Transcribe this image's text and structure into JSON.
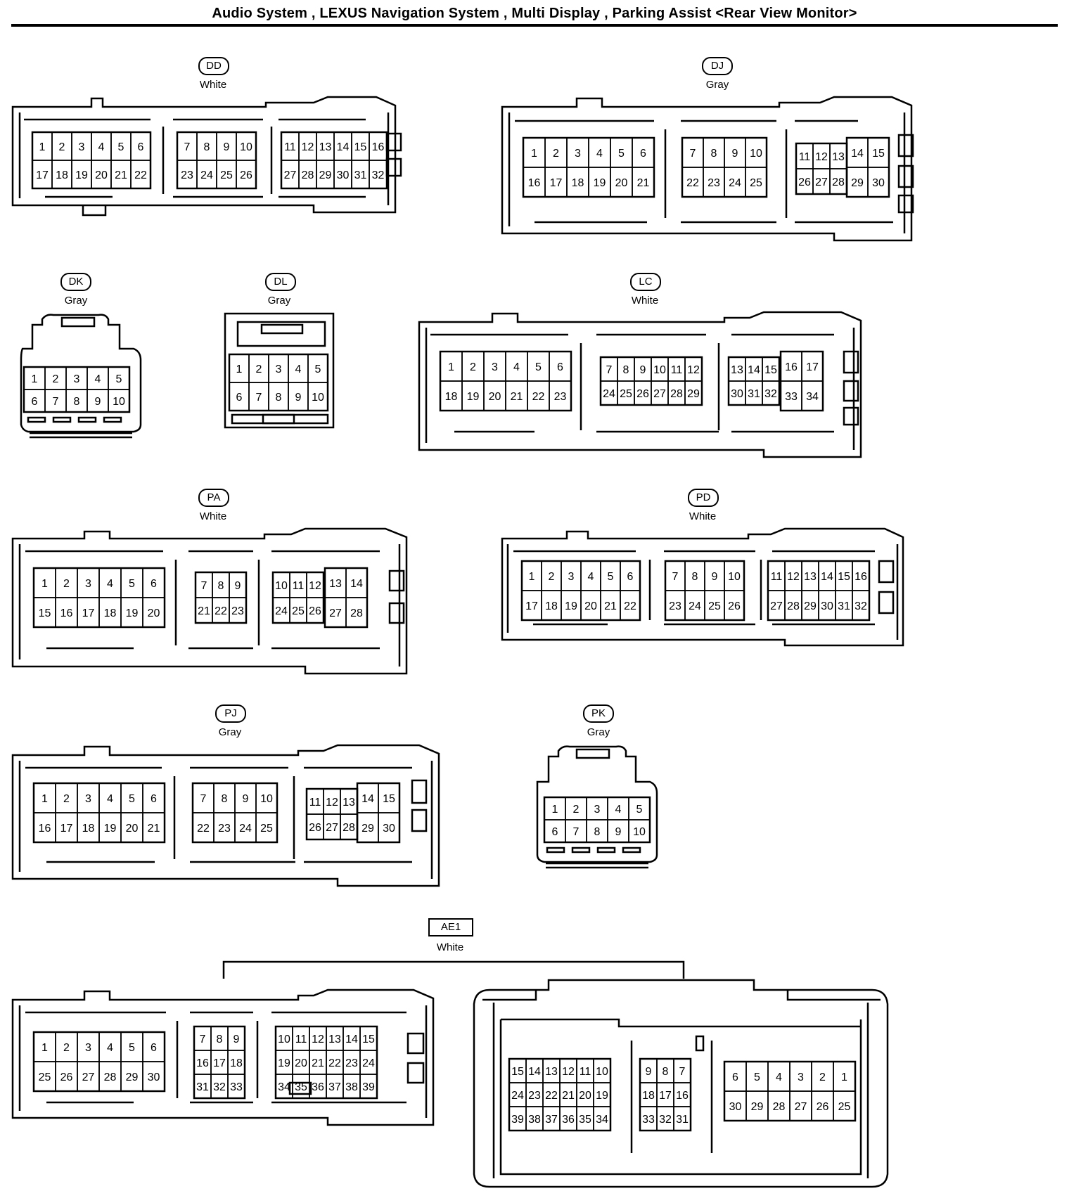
{
  "title": "Audio System , LEXUS Navigation System , Multi Display , Parking Assist <Rear View Monitor>",
  "connectors": [
    {
      "code": "DD",
      "color": "White",
      "blocks": [
        {
          "rows": [
            [
              "1",
              "2",
              "3",
              "4",
              "5",
              "6"
            ],
            [
              "17",
              "18",
              "19",
              "20",
              "21",
              "22"
            ]
          ]
        },
        {
          "rows": [
            [
              "7",
              "8",
              "9",
              "10"
            ],
            [
              "23",
              "24",
              "25",
              "26"
            ]
          ]
        },
        {
          "rows": [
            [
              "11",
              "12",
              "13",
              "14",
              "15",
              "16"
            ],
            [
              "27",
              "28",
              "29",
              "30",
              "31",
              "32"
            ]
          ]
        }
      ]
    },
    {
      "code": "DJ",
      "color": "Gray",
      "blocks": [
        {
          "rows": [
            [
              "1",
              "2",
              "3",
              "4",
              "5",
              "6"
            ],
            [
              "16",
              "17",
              "18",
              "19",
              "20",
              "21"
            ]
          ]
        },
        {
          "rows": [
            [
              "7",
              "8",
              "9",
              "10"
            ],
            [
              "22",
              "23",
              "24",
              "25"
            ]
          ]
        },
        {
          "rows": [
            [
              "11",
              "12",
              "13"
            ],
            [
              "26",
              "27",
              "28"
            ]
          ]
        },
        {
          "rows": [
            [
              "14",
              "15"
            ],
            [
              "29",
              "30"
            ]
          ]
        }
      ]
    },
    {
      "code": "DK",
      "color": "Gray",
      "blocks": [
        {
          "rows": [
            [
              "1",
              "2",
              "3",
              "4",
              "5"
            ],
            [
              "6",
              "7",
              "8",
              "9",
              "10"
            ]
          ]
        }
      ]
    },
    {
      "code": "DL",
      "color": "Gray",
      "blocks": [
        {
          "rows": [
            [
              "1",
              "2",
              "3",
              "4",
              "5"
            ],
            [
              "6",
              "7",
              "8",
              "9",
              "10"
            ]
          ]
        }
      ]
    },
    {
      "code": "LC",
      "color": "White",
      "blocks": [
        {
          "rows": [
            [
              "1",
              "2",
              "3",
              "4",
              "5",
              "6"
            ],
            [
              "18",
              "19",
              "20",
              "21",
              "22",
              "23"
            ]
          ]
        },
        {
          "rows": [
            [
              "7",
              "8",
              "9",
              "10",
              "11",
              "12"
            ],
            [
              "24",
              "25",
              "26",
              "27",
              "28",
              "29"
            ]
          ]
        },
        {
          "rows": [
            [
              "13",
              "14",
              "15"
            ],
            [
              "30",
              "31",
              "32"
            ]
          ]
        },
        {
          "rows": [
            [
              "16",
              "17"
            ],
            [
              "33",
              "34"
            ]
          ]
        }
      ]
    },
    {
      "code": "PA",
      "color": "White",
      "blocks": [
        {
          "rows": [
            [
              "1",
              "2",
              "3",
              "4",
              "5",
              "6"
            ],
            [
              "15",
              "16",
              "17",
              "18",
              "19",
              "20"
            ]
          ]
        },
        {
          "rows": [
            [
              "7",
              "8",
              "9"
            ],
            [
              "21",
              "22",
              "23"
            ]
          ]
        },
        {
          "rows": [
            [
              "10",
              "11",
              "12"
            ],
            [
              "24",
              "25",
              "26"
            ]
          ]
        },
        {
          "rows": [
            [
              "13",
              "14"
            ],
            [
              "27",
              "28"
            ]
          ]
        }
      ]
    },
    {
      "code": "PD",
      "color": "White",
      "blocks": [
        {
          "rows": [
            [
              "1",
              "2",
              "3",
              "4",
              "5",
              "6"
            ],
            [
              "17",
              "18",
              "19",
              "20",
              "21",
              "22"
            ]
          ]
        },
        {
          "rows": [
            [
              "7",
              "8",
              "9",
              "10"
            ],
            [
              "23",
              "24",
              "25",
              "26"
            ]
          ]
        },
        {
          "rows": [
            [
              "11",
              "12",
              "13",
              "14",
              "15",
              "16"
            ],
            [
              "27",
              "28",
              "29",
              "30",
              "31",
              "32"
            ]
          ]
        }
      ]
    },
    {
      "code": "PJ",
      "color": "Gray",
      "blocks": [
        {
          "rows": [
            [
              "1",
              "2",
              "3",
              "4",
              "5",
              "6"
            ],
            [
              "16",
              "17",
              "18",
              "19",
              "20",
              "21"
            ]
          ]
        },
        {
          "rows": [
            [
              "7",
              "8",
              "9",
              "10"
            ],
            [
              "22",
              "23",
              "24",
              "25"
            ]
          ]
        },
        {
          "rows": [
            [
              "11",
              "12",
              "13"
            ],
            [
              "26",
              "27",
              "28"
            ]
          ]
        },
        {
          "rows": [
            [
              "14",
              "15"
            ],
            [
              "29",
              "30"
            ]
          ]
        }
      ]
    },
    {
      "code": "PK",
      "color": "Gray",
      "blocks": [
        {
          "rows": [
            [
              "1",
              "2",
              "3",
              "4",
              "5"
            ],
            [
              "6",
              "7",
              "8",
              "9",
              "10"
            ]
          ]
        }
      ]
    },
    {
      "code": "AE1",
      "color": "White",
      "left": [
        {
          "rows": [
            [
              "1",
              "2",
              "3",
              "4",
              "5",
              "6"
            ],
            [
              "25",
              "26",
              "27",
              "28",
              "29",
              "30"
            ]
          ]
        },
        {
          "rows": [
            [
              "7",
              "8",
              "9"
            ],
            [
              "16",
              "17",
              "18"
            ],
            [
              "31",
              "32",
              "33"
            ]
          ]
        },
        {
          "rows": [
            [
              "10",
              "11",
              "12",
              "13",
              "14",
              "15"
            ],
            [
              "19",
              "20",
              "21",
              "22",
              "23",
              "24"
            ],
            [
              "34",
              "35",
              "36",
              "37",
              "38",
              "39"
            ]
          ]
        }
      ],
      "right": [
        {
          "rows": [
            [
              "15",
              "14",
              "13",
              "12",
              "11",
              "10"
            ],
            [
              "24",
              "23",
              "22",
              "21",
              "20",
              "19"
            ],
            [
              "39",
              "38",
              "37",
              "36",
              "35",
              "34"
            ]
          ]
        },
        {
          "rows": [
            [
              "9",
              "8",
              "7"
            ],
            [
              "18",
              "17",
              "16"
            ],
            [
              "33",
              "32",
              "31"
            ]
          ]
        },
        {
          "rows": [
            [
              "6",
              "5",
              "4",
              "3",
              "2",
              "1"
            ],
            [
              "30",
              "29",
              "28",
              "27",
              "26",
              "25"
            ]
          ]
        }
      ]
    }
  ]
}
